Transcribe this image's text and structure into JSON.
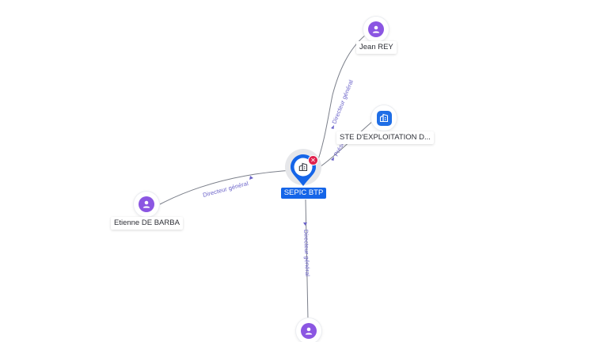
{
  "main_node": {
    "label": "SEPIC BTP",
    "icon": "building-icon",
    "badge_icon": "close-icon",
    "color": "#1565e8"
  },
  "nodes": [
    {
      "id": "jean-rey",
      "type": "person",
      "label": "Jean REY",
      "icon": "person-icon"
    },
    {
      "id": "ste-exploitation",
      "type": "company",
      "label": "STE D'EXPLOITATION D...",
      "icon": "building-icon"
    },
    {
      "id": "etienne-de-barba",
      "type": "person",
      "label": "Etienne DE BARBA",
      "icon": "person-icon"
    },
    {
      "id": "bottom-person",
      "type": "person",
      "label": "",
      "icon": "person-icon"
    }
  ],
  "edges": [
    {
      "to": "jean-rey",
      "label": "Directeur général"
    },
    {
      "to": "ste-exploitation",
      "label": "Prési..."
    },
    {
      "to": "etienne-de-barba",
      "label": "Directeur général"
    },
    {
      "to": "bottom-person",
      "label": "Directeur général"
    }
  ],
  "colors": {
    "person": "#8b56e2",
    "company": "#1f6ee6",
    "edge_label": "#6b63c9",
    "badge": "#e0214d"
  }
}
